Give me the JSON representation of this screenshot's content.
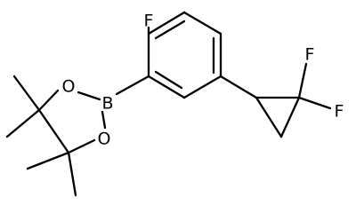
{
  "molecule": {
    "atoms": {
      "F1": "F",
      "B": "B",
      "O1": "O",
      "O2": "O",
      "F2": "F",
      "F3": "F"
    }
  }
}
